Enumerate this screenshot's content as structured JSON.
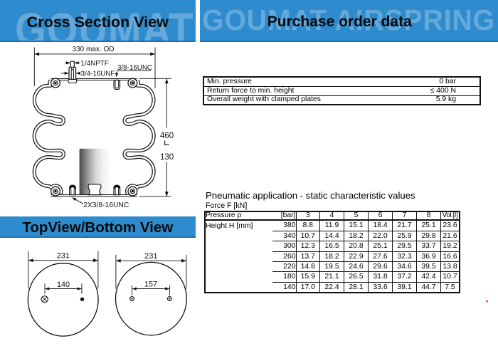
{
  "header_left": {
    "title": "Cross Section View",
    "watermark": "GOUMAT"
  },
  "header_right": {
    "title": "Purchase order data",
    "watermark": "GOUMAT AIRSPRING"
  },
  "views_header": {
    "title": "TopView/Bottom View"
  },
  "colors": {
    "header_blue": "#2E8BCD",
    "header_edge": "#1C6FB2",
    "marker_red": "#E8432A"
  },
  "cross_section": {
    "labels": {
      "od": "330 max. OD",
      "port": "1/4NPTF",
      "collar_thread": "3/4-16UNF",
      "top_stud_thread": "3/8-16UNC",
      "height": "460",
      "collapsed_height": "130",
      "bottom_studs_thread": "2X3/8-16UNC"
    }
  },
  "purchase_order": {
    "rows": [
      {
        "label": "Min. pressure",
        "value": "0 bar"
      },
      {
        "label": "Return force to min. height",
        "value": "≤ 400 N"
      },
      {
        "label": "Overall weight with clamped plates",
        "value": "5.9 kg"
      }
    ]
  },
  "pneumatic": {
    "title": "Pneumatic application - static characteristic values",
    "force_label": "Force F [kN]",
    "pressure_label": "Pressure p",
    "pressure_unit": "[bar]",
    "height_label": "Height H [mm]",
    "pressure_cols": [
      "3",
      "4",
      "5",
      "6",
      "7",
      "8"
    ],
    "vol_col": "Vol.[l]",
    "rows": [
      {
        "height": "380",
        "forces": [
          "8.8",
          "11.9",
          "15.1",
          "18.4",
          "21.7",
          "25.1"
        ],
        "volume": "23.6"
      },
      {
        "height": "340",
        "forces": [
          "10.7",
          "14.4",
          "18.2",
          "22.0",
          "25.9",
          "29.8"
        ],
        "volume": "21.6"
      },
      {
        "height": "300",
        "forces": [
          "12.3",
          "16.5",
          "20.8",
          "25.1",
          "29.5",
          "33.7"
        ],
        "volume": "19.2"
      },
      {
        "height": "260",
        "forces": [
          "13.7",
          "18.2",
          "22.9",
          "27.6",
          "32.3",
          "36.9"
        ],
        "volume": "16.6"
      },
      {
        "height": "220",
        "forces": [
          "14.8",
          "19.5",
          "24.6",
          "29.6",
          "34.6",
          "39.5"
        ],
        "volume": "13.8"
      },
      {
        "height": "180",
        "forces": [
          "15.9",
          "21.1",
          "26.5",
          "31.8",
          "37.2",
          "42.4"
        ],
        "volume": "10.7"
      },
      {
        "height": "140",
        "forces": [
          "17.0",
          "22.4",
          "28.1",
          "33.6",
          "39.1",
          "44.7"
        ],
        "volume": "7.5"
      }
    ]
  },
  "top_bottom_views": {
    "left": {
      "outer_diameter": "231",
      "pitch": "140"
    },
    "right": {
      "outer_diameter": "231",
      "pitch": "157"
    }
  }
}
